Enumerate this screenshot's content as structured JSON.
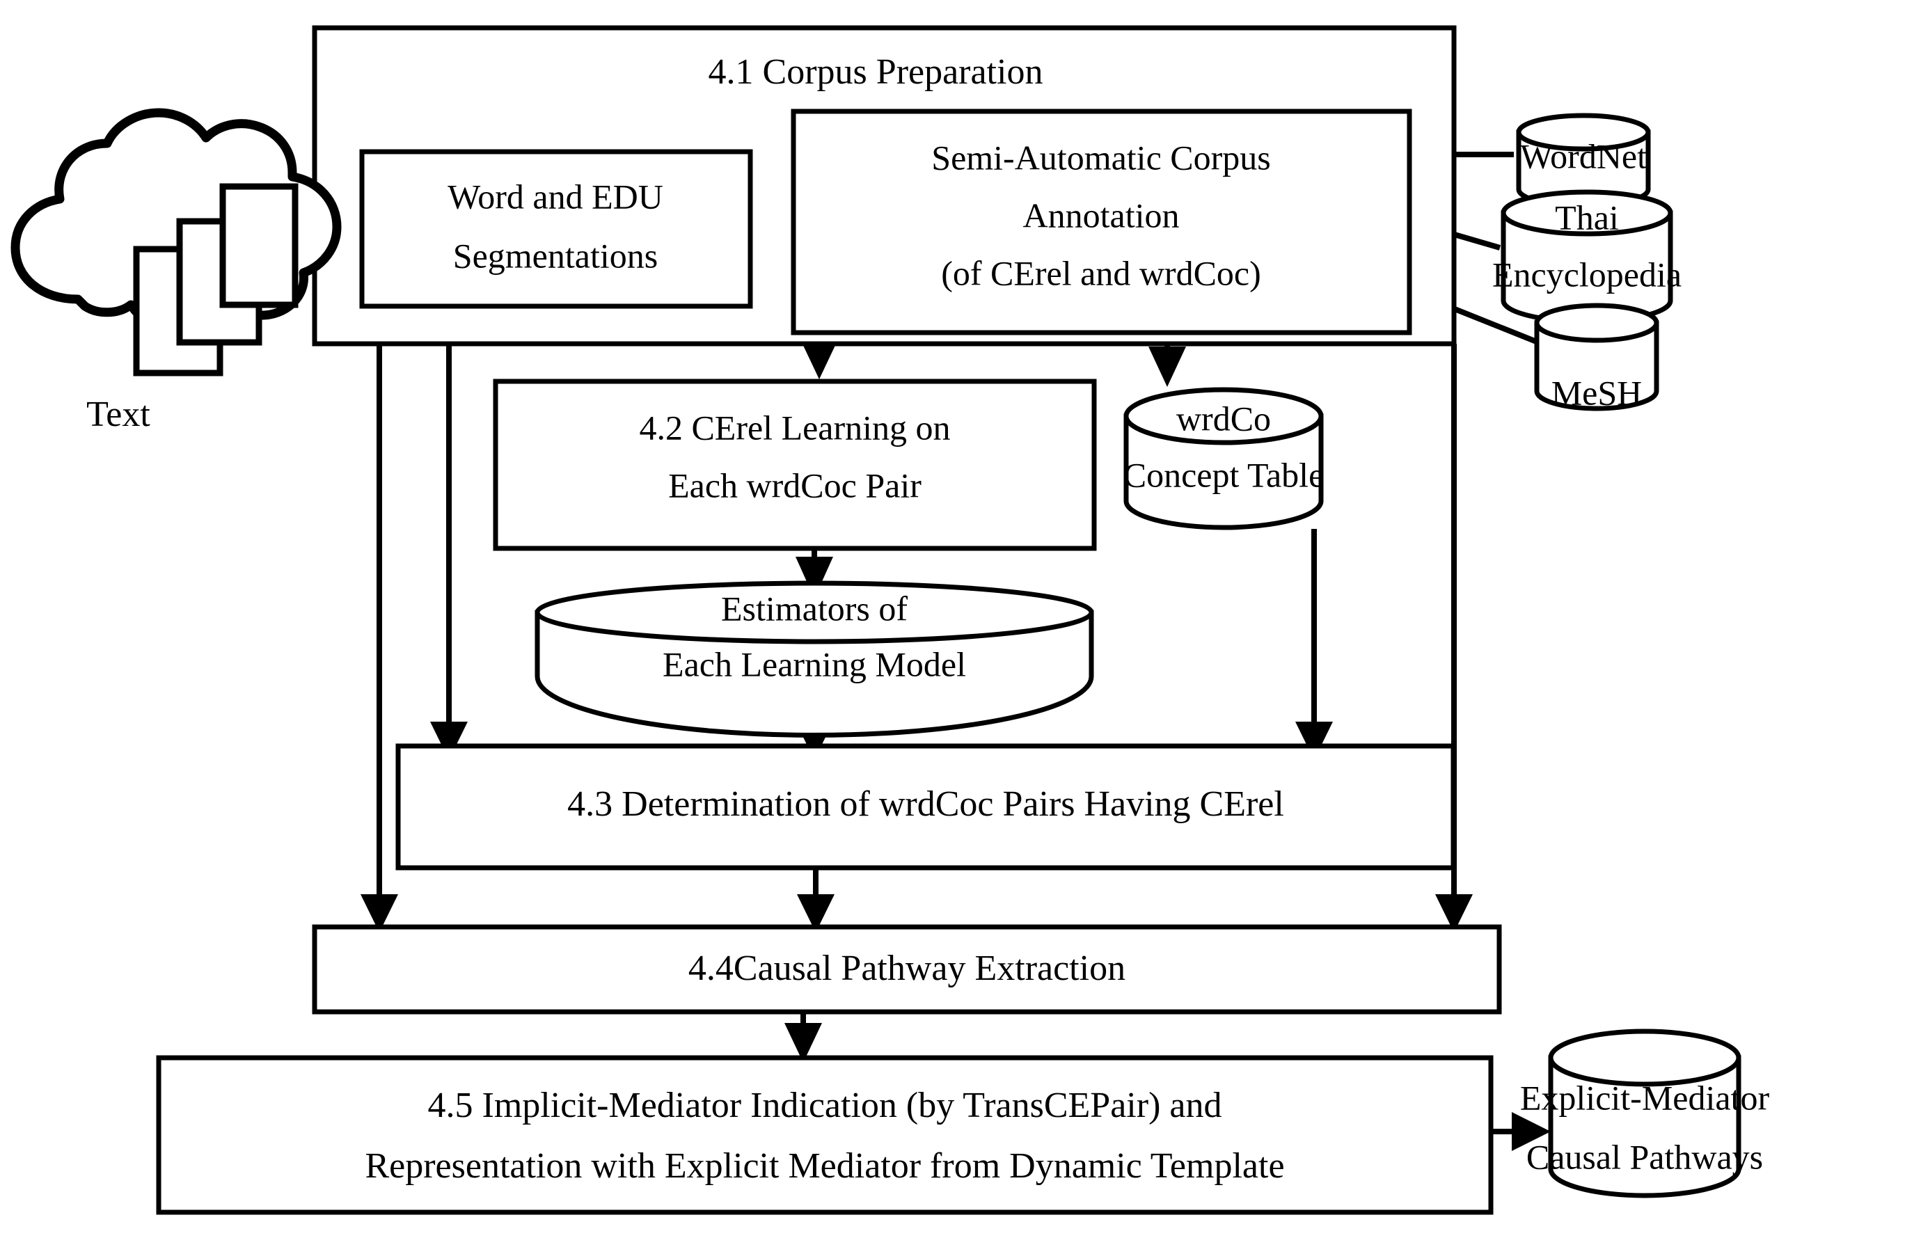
{
  "diagram": {
    "title": "Causal Pathway Extraction Framework",
    "nodes": {
      "text_cloud": {
        "label": "Text",
        "shape": "cloud"
      },
      "corpus_prep": {
        "label": "4.1 Corpus Preparation",
        "shape": "container-box"
      },
      "word_edu": {
        "line1": "Word and EDU",
        "line2": "Segmentations",
        "shape": "box"
      },
      "semi_auto": {
        "line1": "Semi-Automatic Corpus",
        "line2": "Annotation",
        "line3": "(of CErel and wrdCoc)",
        "shape": "box"
      },
      "wordnet": {
        "label": "WordNet",
        "shape": "cylinder"
      },
      "thai_encyclopedia": {
        "line1": "Thai",
        "line2": "Encyclopedia",
        "shape": "cylinder"
      },
      "mesh": {
        "label": "MeSH",
        "shape": "cylinder"
      },
      "cerel_learning": {
        "line1": "4.2 CErel Learning on",
        "line2": "Each wrdCoc Pair",
        "shape": "box"
      },
      "wrdco_table": {
        "line1": "wrdCo",
        "line2": "Concept Table",
        "shape": "cylinder"
      },
      "estimators": {
        "line1": "Estimators of",
        "line2": "Each Learning Model",
        "shape": "cylinder"
      },
      "determination": {
        "label": "4.3 Determination of wrdCoc Pairs Having CErel",
        "shape": "box"
      },
      "causal_pathway": {
        "label": "4.4Causal Pathway Extraction",
        "shape": "box"
      },
      "implicit_mediator": {
        "line1": "4.5 Implicit-Mediator Indication (by TransCEPair) and",
        "line2": "Representation with Explicit Mediator from Dynamic Template",
        "shape": "box"
      },
      "explicit_output": {
        "line1": "Explicit-Mediator",
        "line2": "Causal Pathways",
        "shape": "cylinder"
      }
    },
    "colors": {
      "stroke": "#000000",
      "fill": "#ffffff",
      "text": "#000000"
    },
    "edges": [
      {
        "from": "text_cloud",
        "to": "word_edu"
      },
      {
        "from": "word_edu",
        "to": "semi_auto"
      },
      {
        "from": "wordnet",
        "to": "semi_auto"
      },
      {
        "from": "thai_encyclopedia",
        "to": "semi_auto"
      },
      {
        "from": "mesh",
        "to": "semi_auto"
      },
      {
        "from": "semi_auto",
        "to": "cerel_learning"
      },
      {
        "from": "semi_auto",
        "to": "wrdco_table"
      },
      {
        "from": "cerel_learning",
        "to": "estimators"
      },
      {
        "from": "estimators",
        "to": "determination"
      },
      {
        "from": "word_edu",
        "to": "determination"
      },
      {
        "from": "wrdco_table",
        "to": "determination"
      },
      {
        "from": "word_edu",
        "to": "causal_pathway"
      },
      {
        "from": "determination",
        "to": "causal_pathway"
      },
      {
        "from": "corpus_prep",
        "to": "causal_pathway"
      },
      {
        "from": "causal_pathway",
        "to": "implicit_mediator"
      },
      {
        "from": "implicit_mediator",
        "to": "explicit_output"
      }
    ]
  }
}
